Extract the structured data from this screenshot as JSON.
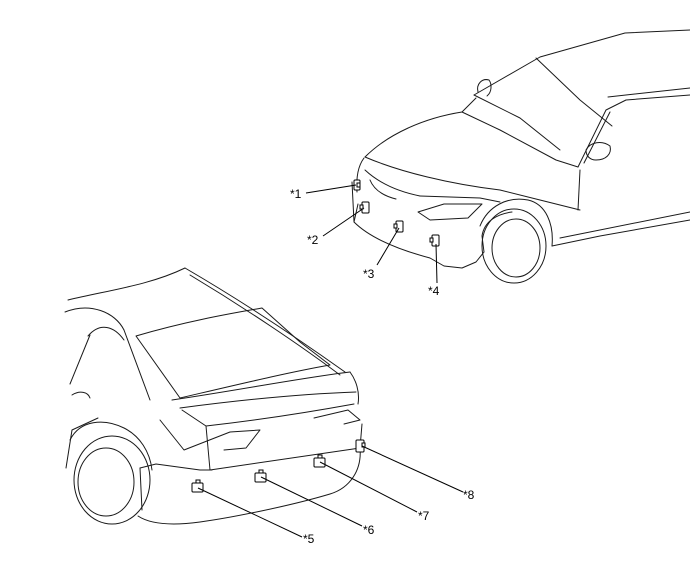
{
  "callouts": [
    {
      "id": "1",
      "label": "*1"
    },
    {
      "id": "2",
      "label": "*2"
    },
    {
      "id": "3",
      "label": "*3"
    },
    {
      "id": "4",
      "label": "*4"
    },
    {
      "id": "5",
      "label": "*5"
    },
    {
      "id": "6",
      "label": "*6"
    },
    {
      "id": "7",
      "label": "*7"
    },
    {
      "id": "8",
      "label": "*8"
    }
  ]
}
